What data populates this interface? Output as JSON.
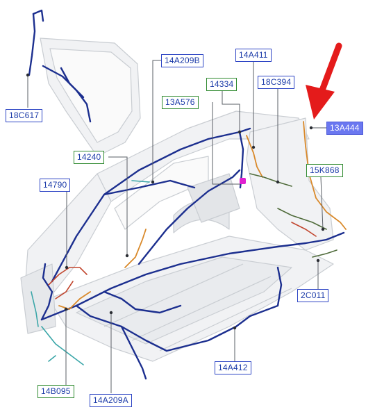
{
  "diagram": {
    "callouts": [
      {
        "id": "18C617",
        "label": "18C617",
        "frame": "blue"
      },
      {
        "id": "14A209B",
        "label": "14A209B",
        "frame": "blue"
      },
      {
        "id": "14A411",
        "label": "14A411",
        "frame": "blue"
      },
      {
        "id": "14334",
        "label": "14334",
        "frame": "green"
      },
      {
        "id": "18C394",
        "label": "18C394",
        "frame": "blue"
      },
      {
        "id": "13A576",
        "label": "13A576",
        "frame": "green"
      },
      {
        "id": "13A444",
        "label": "13A444",
        "frame": "blue",
        "highlighted": true
      },
      {
        "id": "14240",
        "label": "14240",
        "frame": "green"
      },
      {
        "id": "15K868",
        "label": "15K868",
        "frame": "green"
      },
      {
        "id": "14790",
        "label": "14790",
        "frame": "blue"
      },
      {
        "id": "2C011",
        "label": "2C011",
        "frame": "blue"
      },
      {
        "id": "14A412",
        "label": "14A412",
        "frame": "blue"
      },
      {
        "id": "14B095",
        "label": "14B095",
        "frame": "green"
      },
      {
        "id": "14A209A",
        "label": "14A209A",
        "frame": "blue"
      }
    ],
    "colors": {
      "body_outline": "#c9cdd2",
      "body_fill": "#f1f2f4",
      "main_harness": "#1c2f8f",
      "orange_harness": "#d9892a",
      "teal_harness": "#3aa6a8",
      "green_harness": "#4f6b3a",
      "red_harness": "#c2462e",
      "highlight_connector": "#e020d0",
      "arrow": "#e41b1b",
      "frame_blue": "#2b43c4",
      "frame_green": "#2f8a2f",
      "label_text": "#1a3aa8"
    }
  }
}
